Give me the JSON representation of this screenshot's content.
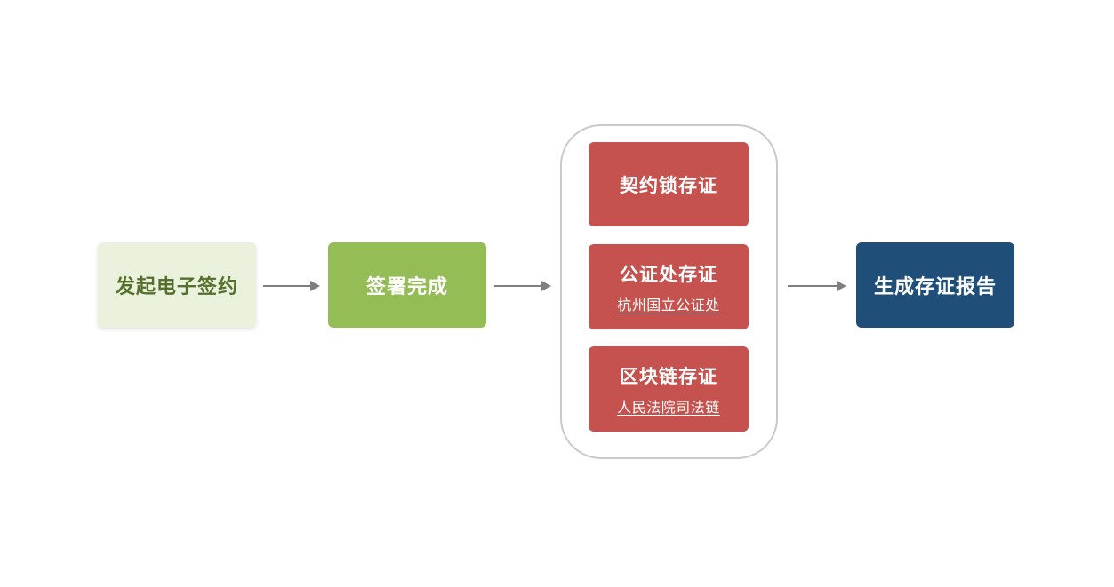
{
  "flow": {
    "initiate": {
      "label": "发起电子签约"
    },
    "signed": {
      "label": "签署完成"
    },
    "report": {
      "label": "生成存证报告"
    },
    "evidence_items": [
      {
        "title": "契约锁存证"
      },
      {
        "title": "公证处存证",
        "subtitle": "杭州国立公证处"
      },
      {
        "title": "区块链存证",
        "subtitle": "人民法院司法链"
      }
    ]
  },
  "colors": {
    "initiate_bg": "#eaf1dd",
    "initiate_text": "#55702d",
    "signed_bg": "#94bd55",
    "evidence_bg": "#c5524e",
    "report_bg": "#1f4e79",
    "white_text": "#ffffff",
    "arrow": "#7f7f7f",
    "group_border": "#c9c9c9"
  }
}
